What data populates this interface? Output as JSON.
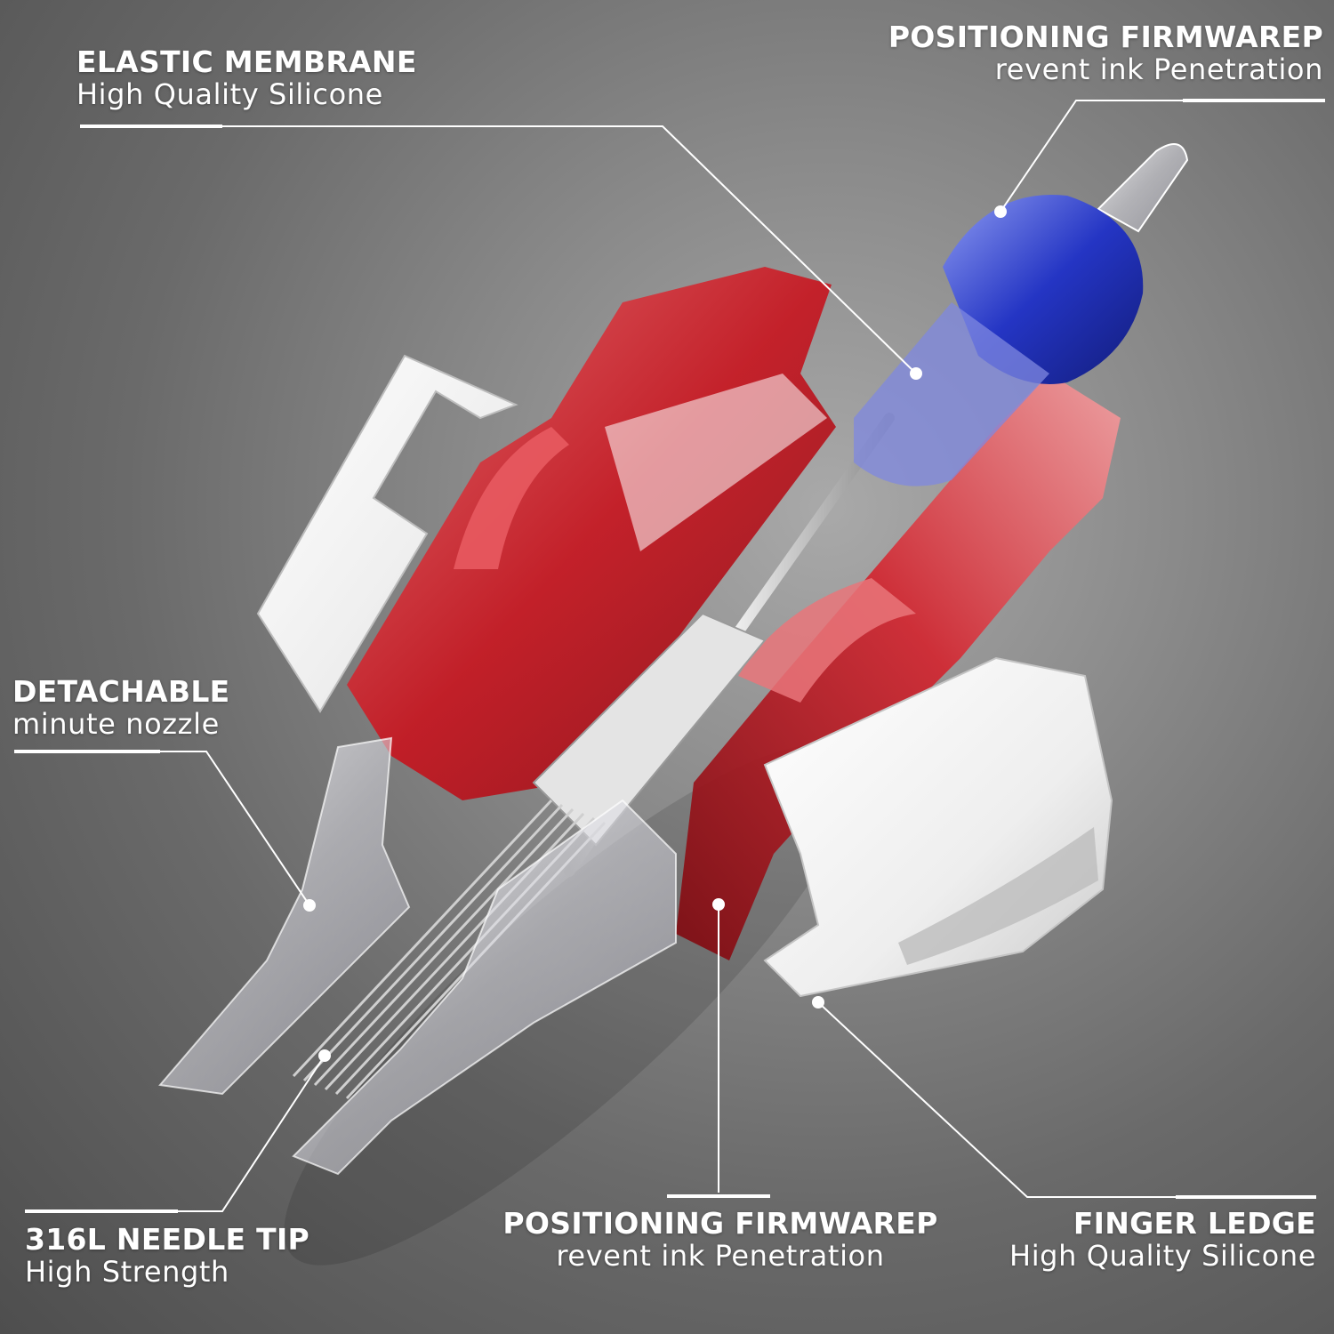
{
  "callouts": {
    "elastic_membrane": {
      "title": "ELASTIC MEMBRANE",
      "subtitle": "High Quality Silicone"
    },
    "positioning_top": {
      "title": "POSITIONING FIRMWAREP",
      "subtitle": "revent ink Penetration"
    },
    "detachable": {
      "title": "DETACHABLE",
      "subtitle": "minute nozzle"
    },
    "needle_tip": {
      "title": "316L NEEDLE TIP",
      "subtitle": "High Strength"
    },
    "positioning_bottom": {
      "title": "POSITIONING FIRMWAREP",
      "subtitle": "revent ink Penetration"
    },
    "finger_ledge": {
      "title": "FINGER LEDGE",
      "subtitle": "High Quality Silicone"
    }
  },
  "colors": {
    "accent_red": "#c8141e",
    "accent_blue": "#1f2fb0",
    "text": "#ffffff",
    "leader_line": "#ffffff"
  }
}
